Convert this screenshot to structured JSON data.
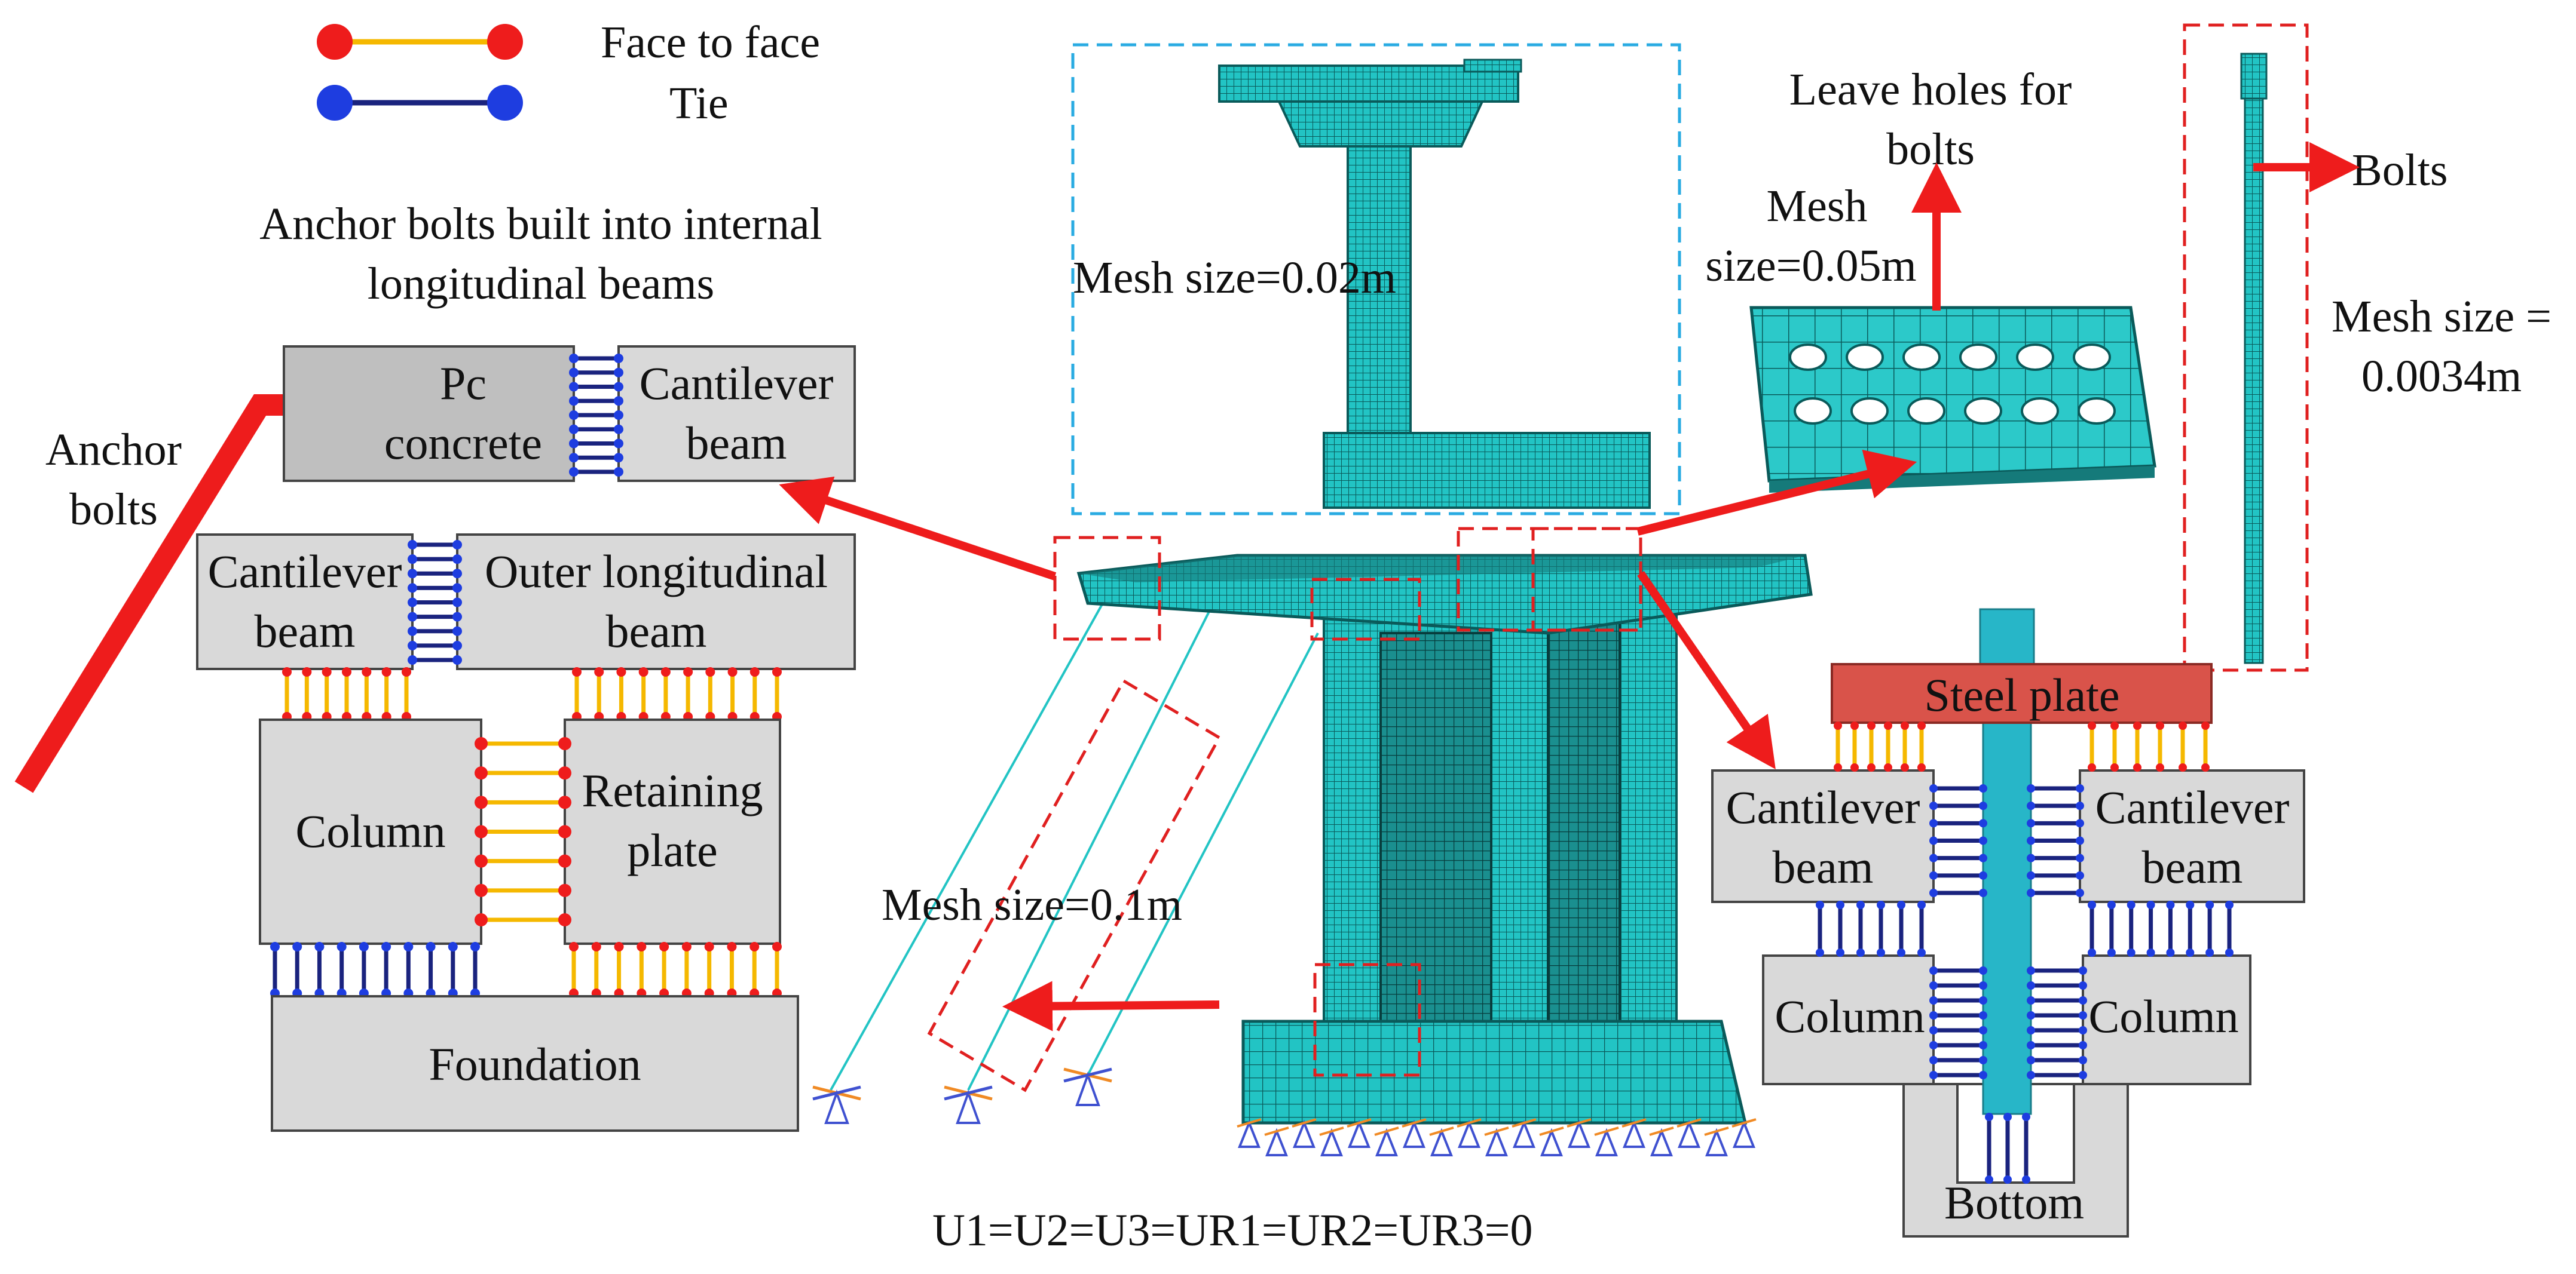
{
  "legend": {
    "face_to_face": "Face to face",
    "tie": "Tie"
  },
  "labels": {
    "anchor_heading_line1": "Anchor bolts built into internal",
    "anchor_heading_line2": "longitudinal beams",
    "anchor_bolts_line1": "Anchor",
    "anchor_bolts_line2": "bolts",
    "pc_concrete_line1": "Pc",
    "pc_concrete_line2": "concrete",
    "cantilever_line1": "Cantilever",
    "cantilever_line2": "beam",
    "outer_long_line1": "Outer longitudinal",
    "outer_long_line2": "beam",
    "column": "Column",
    "retaining_line1": "Retaining",
    "retaining_line2": "plate",
    "foundation": "Foundation",
    "mesh_002": "Mesh size=0.02m",
    "mesh_01": "Mesh size=0.1m",
    "mesh_005_line1": "Mesh",
    "mesh_005_line2": "size=0.05m",
    "leave_holes_line1": "Leave holes for",
    "leave_holes_line2": "bolts",
    "bolts": "Bolts",
    "mesh_00034_line1": "Mesh size =",
    "mesh_00034_line2": "0.0034m",
    "steel_plate": "Steel plate",
    "bottom": "Bottom",
    "boundary": "U1=U2=U3=UR1=UR2=UR3=0"
  },
  "colors": {
    "face_to_face_line": "#f5b800",
    "face_to_face_dot": "#ee1c1c",
    "tie_line": "#1a237e",
    "tie_dot": "#1e3de0",
    "mesh_fill": "#22c4c4",
    "mesh_stroke": "#0a5a5a",
    "box_fill": "#d9d9d9",
    "pc_fill": "#bfbfbf",
    "steel_plate": "#d9534a",
    "bolt": "#27b6c8",
    "arrow": "#ee1c1c",
    "dashed_blue": "#29abe2",
    "dashed_red": "#e02020"
  }
}
